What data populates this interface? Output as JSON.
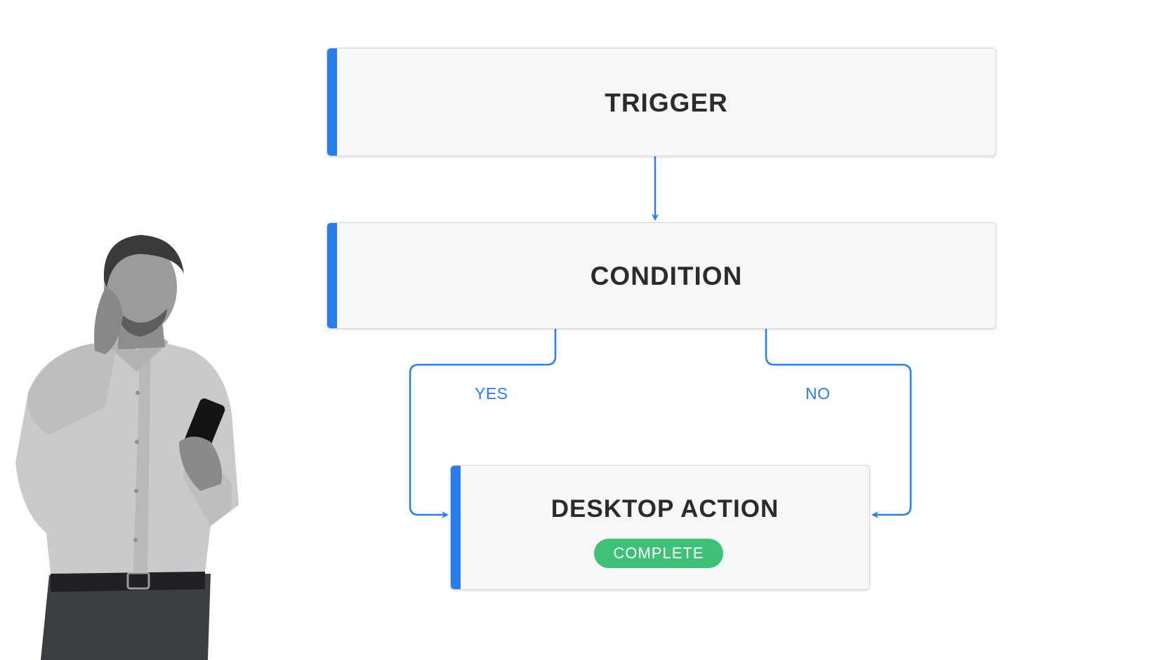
{
  "nodes": {
    "trigger": "TRIGGER",
    "condition": "CONDITION",
    "action": "DESKTOP ACTION"
  },
  "status_badge": "COMPLETE",
  "branches": {
    "yes": "YES",
    "no": "NO"
  },
  "colors": {
    "accent": "#2b7de9",
    "badge": "#3ec077",
    "node_background": "#f6f7f9"
  }
}
